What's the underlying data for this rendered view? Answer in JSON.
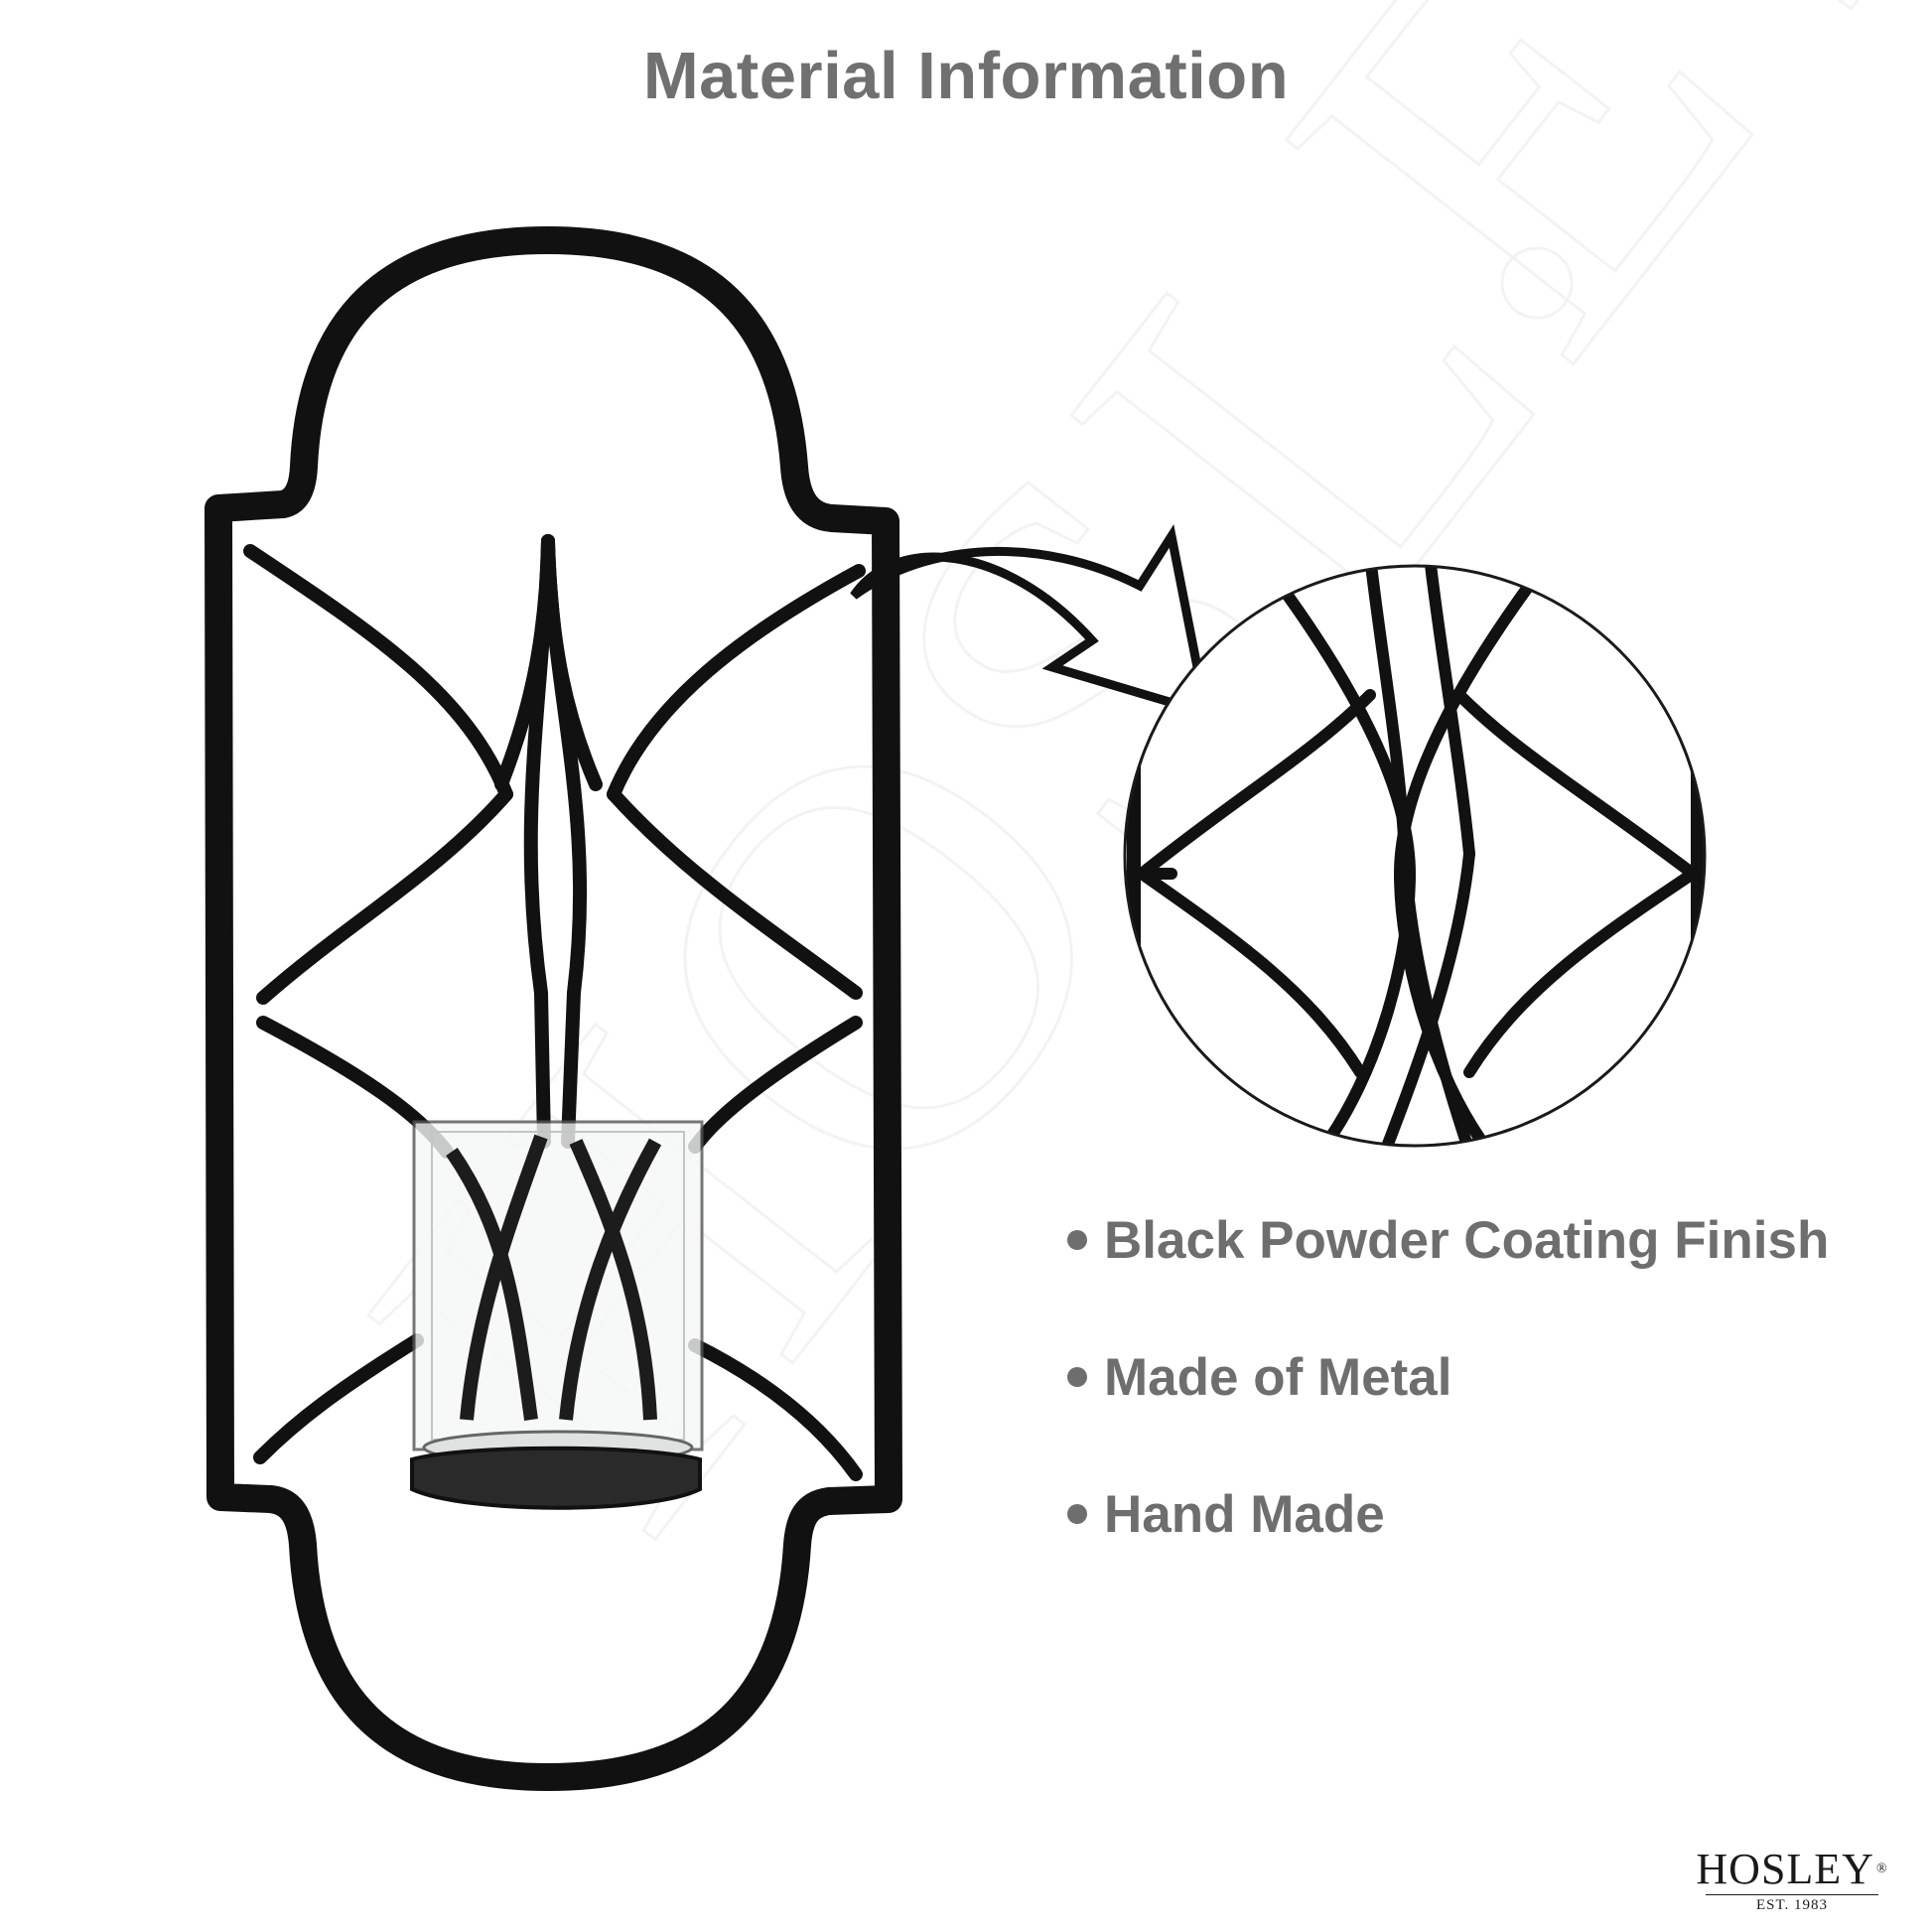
{
  "page": {
    "title": "Material Information"
  },
  "features": [
    {
      "label": "Black Powder Coating Finish"
    },
    {
      "label": "Made of Metal"
    },
    {
      "label": "Hand Made"
    }
  ],
  "brand": {
    "name": "HOSLEY",
    "registered_mark": "®",
    "established": "EST. 1983"
  },
  "colors": {
    "title_text": "#707070",
    "feature_text": "#6e6e6e",
    "metal": "#111111",
    "watermark": "#ececec"
  },
  "icons": {
    "callout": "curved-arrow-icon",
    "bullet": "bullet-dot-icon"
  }
}
